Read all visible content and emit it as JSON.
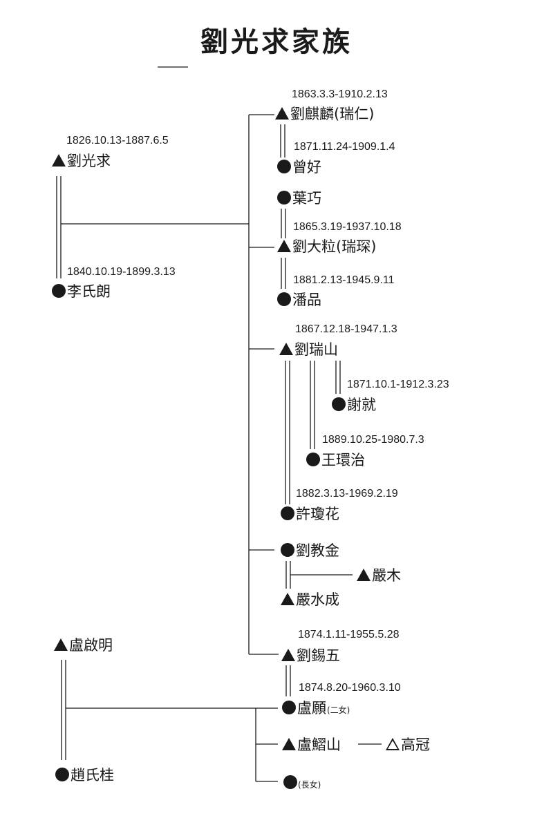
{
  "title": "劉光求家族",
  "persons": {
    "liu_guangqiu": {
      "name": "劉光求",
      "dates": "1826.10.13-1887.6.5",
      "sex": "male"
    },
    "li_shilang": {
      "name": "李氏朗",
      "dates": "1840.10.19-1899.3.13",
      "sex": "female"
    },
    "liu_qilin": {
      "name": "劉麒麟(瑞仁)",
      "dates": "1863.3.3-1910.2.13",
      "sex": "male"
    },
    "zeng_hao": {
      "name": "曾好",
      "dates": "1871.11.24-1909.1.4",
      "sex": "female"
    },
    "ye_qiao": {
      "name": "葉巧",
      "sex": "female"
    },
    "liu_dali": {
      "name": "劉大粒(瑞琛)",
      "dates": "1865.3.19-1937.10.18",
      "sex": "male"
    },
    "pan_pin": {
      "name": "潘品",
      "dates": "1881.2.13-1945.9.11",
      "sex": "female"
    },
    "liu_ruishan": {
      "name": "劉瑞山",
      "dates": "1867.12.18-1947.1.3",
      "sex": "male"
    },
    "xie_jiu": {
      "name": "謝就",
      "dates": "1871.10.1-1912.3.23",
      "sex": "female"
    },
    "wang_huanzhi": {
      "name": "王環治",
      "dates": "1889.10.25-1980.7.3",
      "sex": "female"
    },
    "xu_qionghua": {
      "name": "許瓊花",
      "dates": "1882.3.13-1969.2.19",
      "sex": "female"
    },
    "liu_jiaojin": {
      "name": "劉教金",
      "sex": "female"
    },
    "yan_mu": {
      "name": "嚴木",
      "sex": "male"
    },
    "yan_shuicheng": {
      "name": "嚴水成",
      "sex": "male"
    },
    "liu_xiwu": {
      "name": "劉錫五",
      "dates": "1874.1.11-1955.5.28",
      "sex": "male"
    },
    "lu_qiming": {
      "name": "盧啟明",
      "sex": "male"
    },
    "zhao_shigui": {
      "name": "趙氏桂",
      "sex": "female"
    },
    "lu_yuan": {
      "name": "盧願",
      "note": "(二女)",
      "dates": "1874.8.20-1960.3.10",
      "sex": "female"
    },
    "lu_xishan": {
      "name": "盧鰼山",
      "sex": "male"
    },
    "gao_guan": {
      "name": "高冠",
      "sex": "male-open"
    },
    "lu_eldest": {
      "name": "",
      "note": "(長女)",
      "sex": "female"
    }
  },
  "colors": {
    "ink": "#1a1a1a",
    "paper": "#ffffff"
  }
}
